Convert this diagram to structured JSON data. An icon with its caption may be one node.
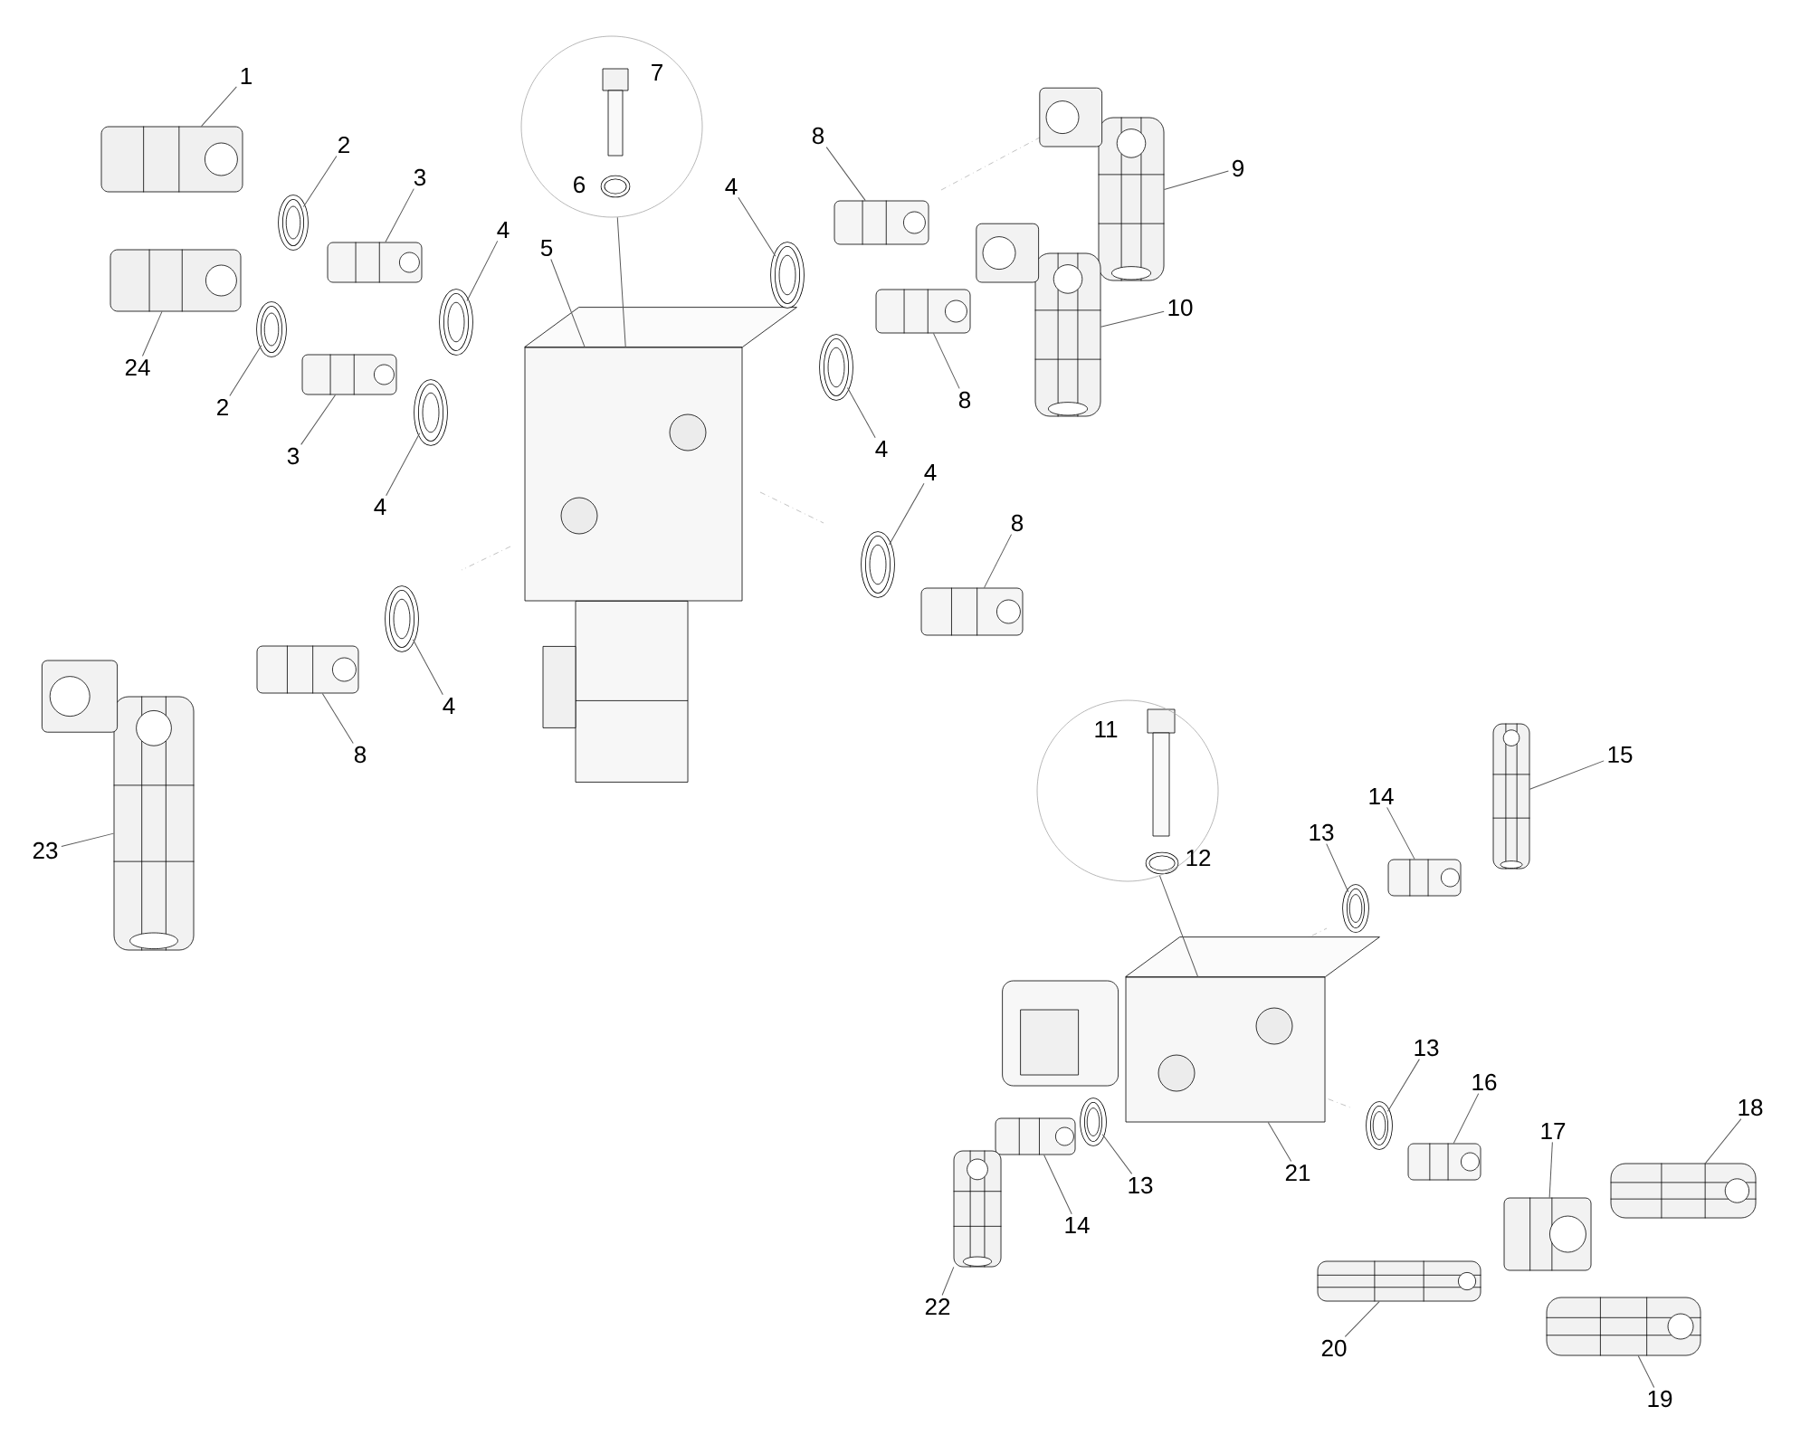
{
  "diagram": {
    "nodes": [
      {
        "text": [
          "1"
        ]
      },
      {
        "text": [],
        "shape": "picture"
      },
      {
        "text": [
          "2"
        ]
      },
      {
        "text": [],
        "shape": "picture"
      },
      {
        "text": [
          "3"
        ]
      },
      {
        "text": [],
        "shape": "picture"
      },
      {
        "text": [
          "4"
        ]
      },
      {
        "text": [],
        "shape": "picture"
      },
      {
        "text": [
          "24"
        ]
      },
      {
        "text": [],
        "shape": "picture"
      },
      {
        "text": [
          "2"
        ]
      },
      {
        "text": [],
        "shape": "picture"
      },
      {
        "text": [
          "3"
        ]
      },
      {
        "text": [],
        "shape": "picture"
      },
      {
        "text": [
          "4"
        ]
      },
      {
        "text": [],
        "shape": "picture"
      },
      {
        "text": [],
        "shape": "circle"
      },
      {
        "text": [
          "5"
        ]
      },
      {
        "text": [],
        "shape": "picture"
      },
      {
        "text": [
          "8"
        ]
      },
      {
        "text": [],
        "shape": "picture"
      },
      {
        "text": [
          "4"
        ]
      },
      {
        "text": [],
        "shape": "picture"
      },
      {
        "text": [
          "9"
        ]
      },
      {
        "text": [],
        "shape": "picture"
      },
      {
        "text": [
          "10"
        ]
      },
      {
        "text": [],
        "shape": "picture"
      },
      {
        "text": [
          "8"
        ]
      },
      {
        "text": [],
        "shape": "picture"
      },
      {
        "text": [
          "4"
        ]
      },
      {
        "text": [],
        "shape": "picture"
      },
      {
        "text": [
          "4"
        ]
      },
      {
        "text": [],
        "shape": "picture"
      },
      {
        "text": [
          "8"
        ]
      },
      {
        "text": [],
        "shape": "picture"
      },
      {
        "text": [
          "4"
        ]
      },
      {
        "text": [],
        "shape": "picture"
      },
      {
        "text": [
          "8"
        ]
      },
      {
        "text": [],
        "shape": "picture"
      },
      {
        "text": [
          "23"
        ]
      },
      {
        "text": [],
        "shape": "picture"
      },
      {
        "text": [],
        "shape": "circle"
      },
      {
        "text": [
          "13"
        ]
      },
      {
        "text": [],
        "shape": "picture"
      },
      {
        "text": [
          "14"
        ]
      },
      {
        "text": [],
        "shape": "picture"
      },
      {
        "text": [
          "15"
        ]
      },
      {
        "text": [],
        "shape": "picture"
      },
      {
        "text": [
          "13"
        ]
      },
      {
        "text": [],
        "shape": "picture"
      },
      {
        "text": [
          "16"
        ]
      },
      {
        "text": [],
        "shape": "picture"
      },
      {
        "text": [
          "17"
        ]
      },
      {
        "text": [],
        "shape": "picture"
      },
      {
        "text": [
          "18"
        ]
      },
      {
        "text": [],
        "shape": "picture"
      },
      {
        "text": [
          "21"
        ]
      },
      {
        "text": [],
        "shape": "picture"
      },
      {
        "text": [
          "13"
        ]
      },
      {
        "text": [],
        "shape": "picture"
      },
      {
        "text": [
          "14"
        ]
      },
      {
        "text": [],
        "shape": "picture"
      },
      {
        "text": [
          "22"
        ]
      },
      {
        "text": [],
        "shape": "picture"
      },
      {
        "text": [
          "20"
        ]
      },
      {
        "text": [],
        "shape": "picture"
      },
      {
        "text": [
          "19"
        ]
      },
      {
        "text": [],
        "shape": "picture"
      }
    ],
    "edges": [
      {
        "from": 0,
        "to": 1,
        "arrow": "none"
      },
      {
        "from": 2,
        "to": 3,
        "arrow": "none"
      },
      {
        "from": 4,
        "to": 5,
        "arrow": "none"
      },
      {
        "from": 6,
        "to": 7,
        "arrow": "none"
      },
      {
        "from": 8,
        "to": 9,
        "arrow": "none"
      },
      {
        "from": 10,
        "to": 11,
        "arrow": "none"
      },
      {
        "from": 12,
        "to": 13,
        "arrow": "none"
      },
      {
        "from": 14,
        "to": 15,
        "arrow": "none"
      },
      {
        "from": 16,
        "to": 18,
        "arrow": "none"
      },
      {
        "from": 17,
        "to": 18,
        "arrow": "none"
      },
      {
        "from": 19,
        "to": 20,
        "arrow": "none"
      },
      {
        "from": 21,
        "to": 22,
        "arrow": "none"
      },
      {
        "from": 23,
        "to": 24,
        "arrow": "none"
      },
      {
        "from": 25,
        "to": 26,
        "arrow": "none"
      },
      {
        "from": 27,
        "to": 28,
        "arrow": "none"
      },
      {
        "from": 29,
        "to": 30,
        "arrow": "none"
      },
      {
        "from": 31,
        "to": 32,
        "arrow": "none"
      },
      {
        "from": 33,
        "to": 34,
        "arrow": "none"
      },
      {
        "from": 35,
        "to": 36,
        "arrow": "none"
      },
      {
        "from": 37,
        "to": 38,
        "arrow": "none"
      },
      {
        "from": 39,
        "to": 40,
        "arrow": "none"
      },
      {
        "from": 41,
        "to": 57,
        "arrow": "none"
      },
      {
        "from": 42,
        "to": 43,
        "arrow": "none"
      },
      {
        "from": 44,
        "to": 45,
        "arrow": "none"
      },
      {
        "from": 46,
        "to": 47,
        "arrow": "none"
      },
      {
        "from": 48,
        "to": 49,
        "arrow": "none"
      },
      {
        "from": 50,
        "to": 51,
        "arrow": "none"
      },
      {
        "from": 52,
        "to": 53,
        "arrow": "none"
      },
      {
        "from": 54,
        "to": 55,
        "arrow": "none"
      },
      {
        "from": 56,
        "to": 57,
        "arrow": "none"
      },
      {
        "from": 58,
        "to": 59,
        "arrow": "none"
      },
      {
        "from": 60,
        "to": 61,
        "arrow": "none"
      },
      {
        "from": 62,
        "to": 63,
        "arrow": "none"
      },
      {
        "from": 64,
        "to": 65,
        "arrow": "none"
      },
      {
        "from": 66,
        "to": 67,
        "arrow": "none"
      }
    ],
    "labels": [
      "7",
      "6",
      "11",
      "12"
    ]
  }
}
